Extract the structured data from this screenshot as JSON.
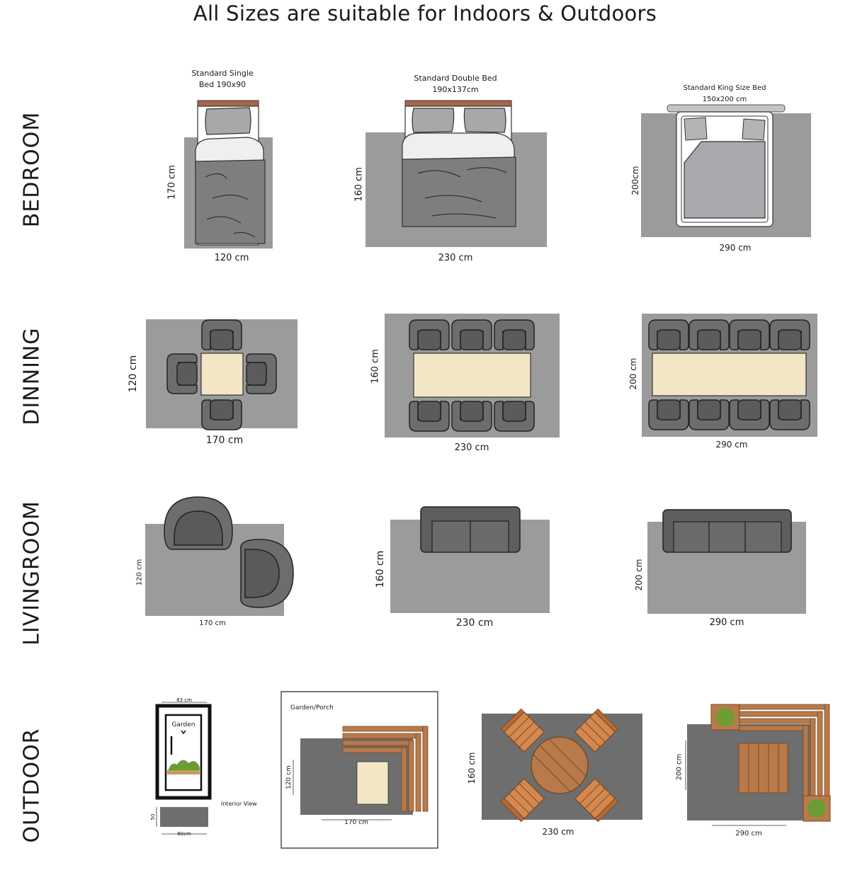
{
  "title": "All Sizes are suitable for Indoors & Outdoors",
  "rows": {
    "bedroom": "BEDROOM",
    "dinning": "DINNING",
    "livingroom": "LIVINGROOM",
    "outdoor": "OUTDOOR"
  },
  "bedroom": {
    "single": {
      "caption_line1": "Standard Single",
      "caption_line2": "Bed 190x90",
      "width": "120 cm",
      "height": "170 cm"
    },
    "double": {
      "caption_line1": "Standard Double Bed",
      "caption_line2": "190x137cm",
      "width": "230 cm",
      "height": "160 cm"
    },
    "king": {
      "caption_line1": "Standard King Size Bed",
      "caption_line2": "150x200 cm",
      "width": "290 cm",
      "height": "200cm"
    }
  },
  "dinning": {
    "small": {
      "width": "170 cm",
      "height": "120 cm"
    },
    "medium": {
      "width": "230 cm",
      "height": "160 cm"
    },
    "large": {
      "width": "290 cm",
      "height": "200 cm"
    }
  },
  "livingroom": {
    "small": {
      "width": "170 cm",
      "height": "120 cm"
    },
    "medium": {
      "width": "230 cm",
      "height": "160 cm"
    },
    "large": {
      "width": "290 cm",
      "height": "200 cm"
    }
  },
  "outdoor": {
    "runner": {
      "top": "83 cm",
      "garden": "Garden",
      "interior": "Interior View",
      "side": "50",
      "bottom": "80cm"
    },
    "porch": {
      "label": "Garden/Porch",
      "width": "170 cm",
      "height": "120 cm"
    },
    "round": {
      "width": "230 cm",
      "height": "160 cm"
    },
    "corner": {
      "width": "290 cm",
      "height": "200 cm"
    }
  },
  "colors": {
    "rug": "#9b9b9b",
    "rug_dark": "#6e6e6e",
    "furniture": "#5e5e5e",
    "table": "#f3e6c4",
    "wood": "#b87a4b",
    "headboard": "#a8654a"
  }
}
